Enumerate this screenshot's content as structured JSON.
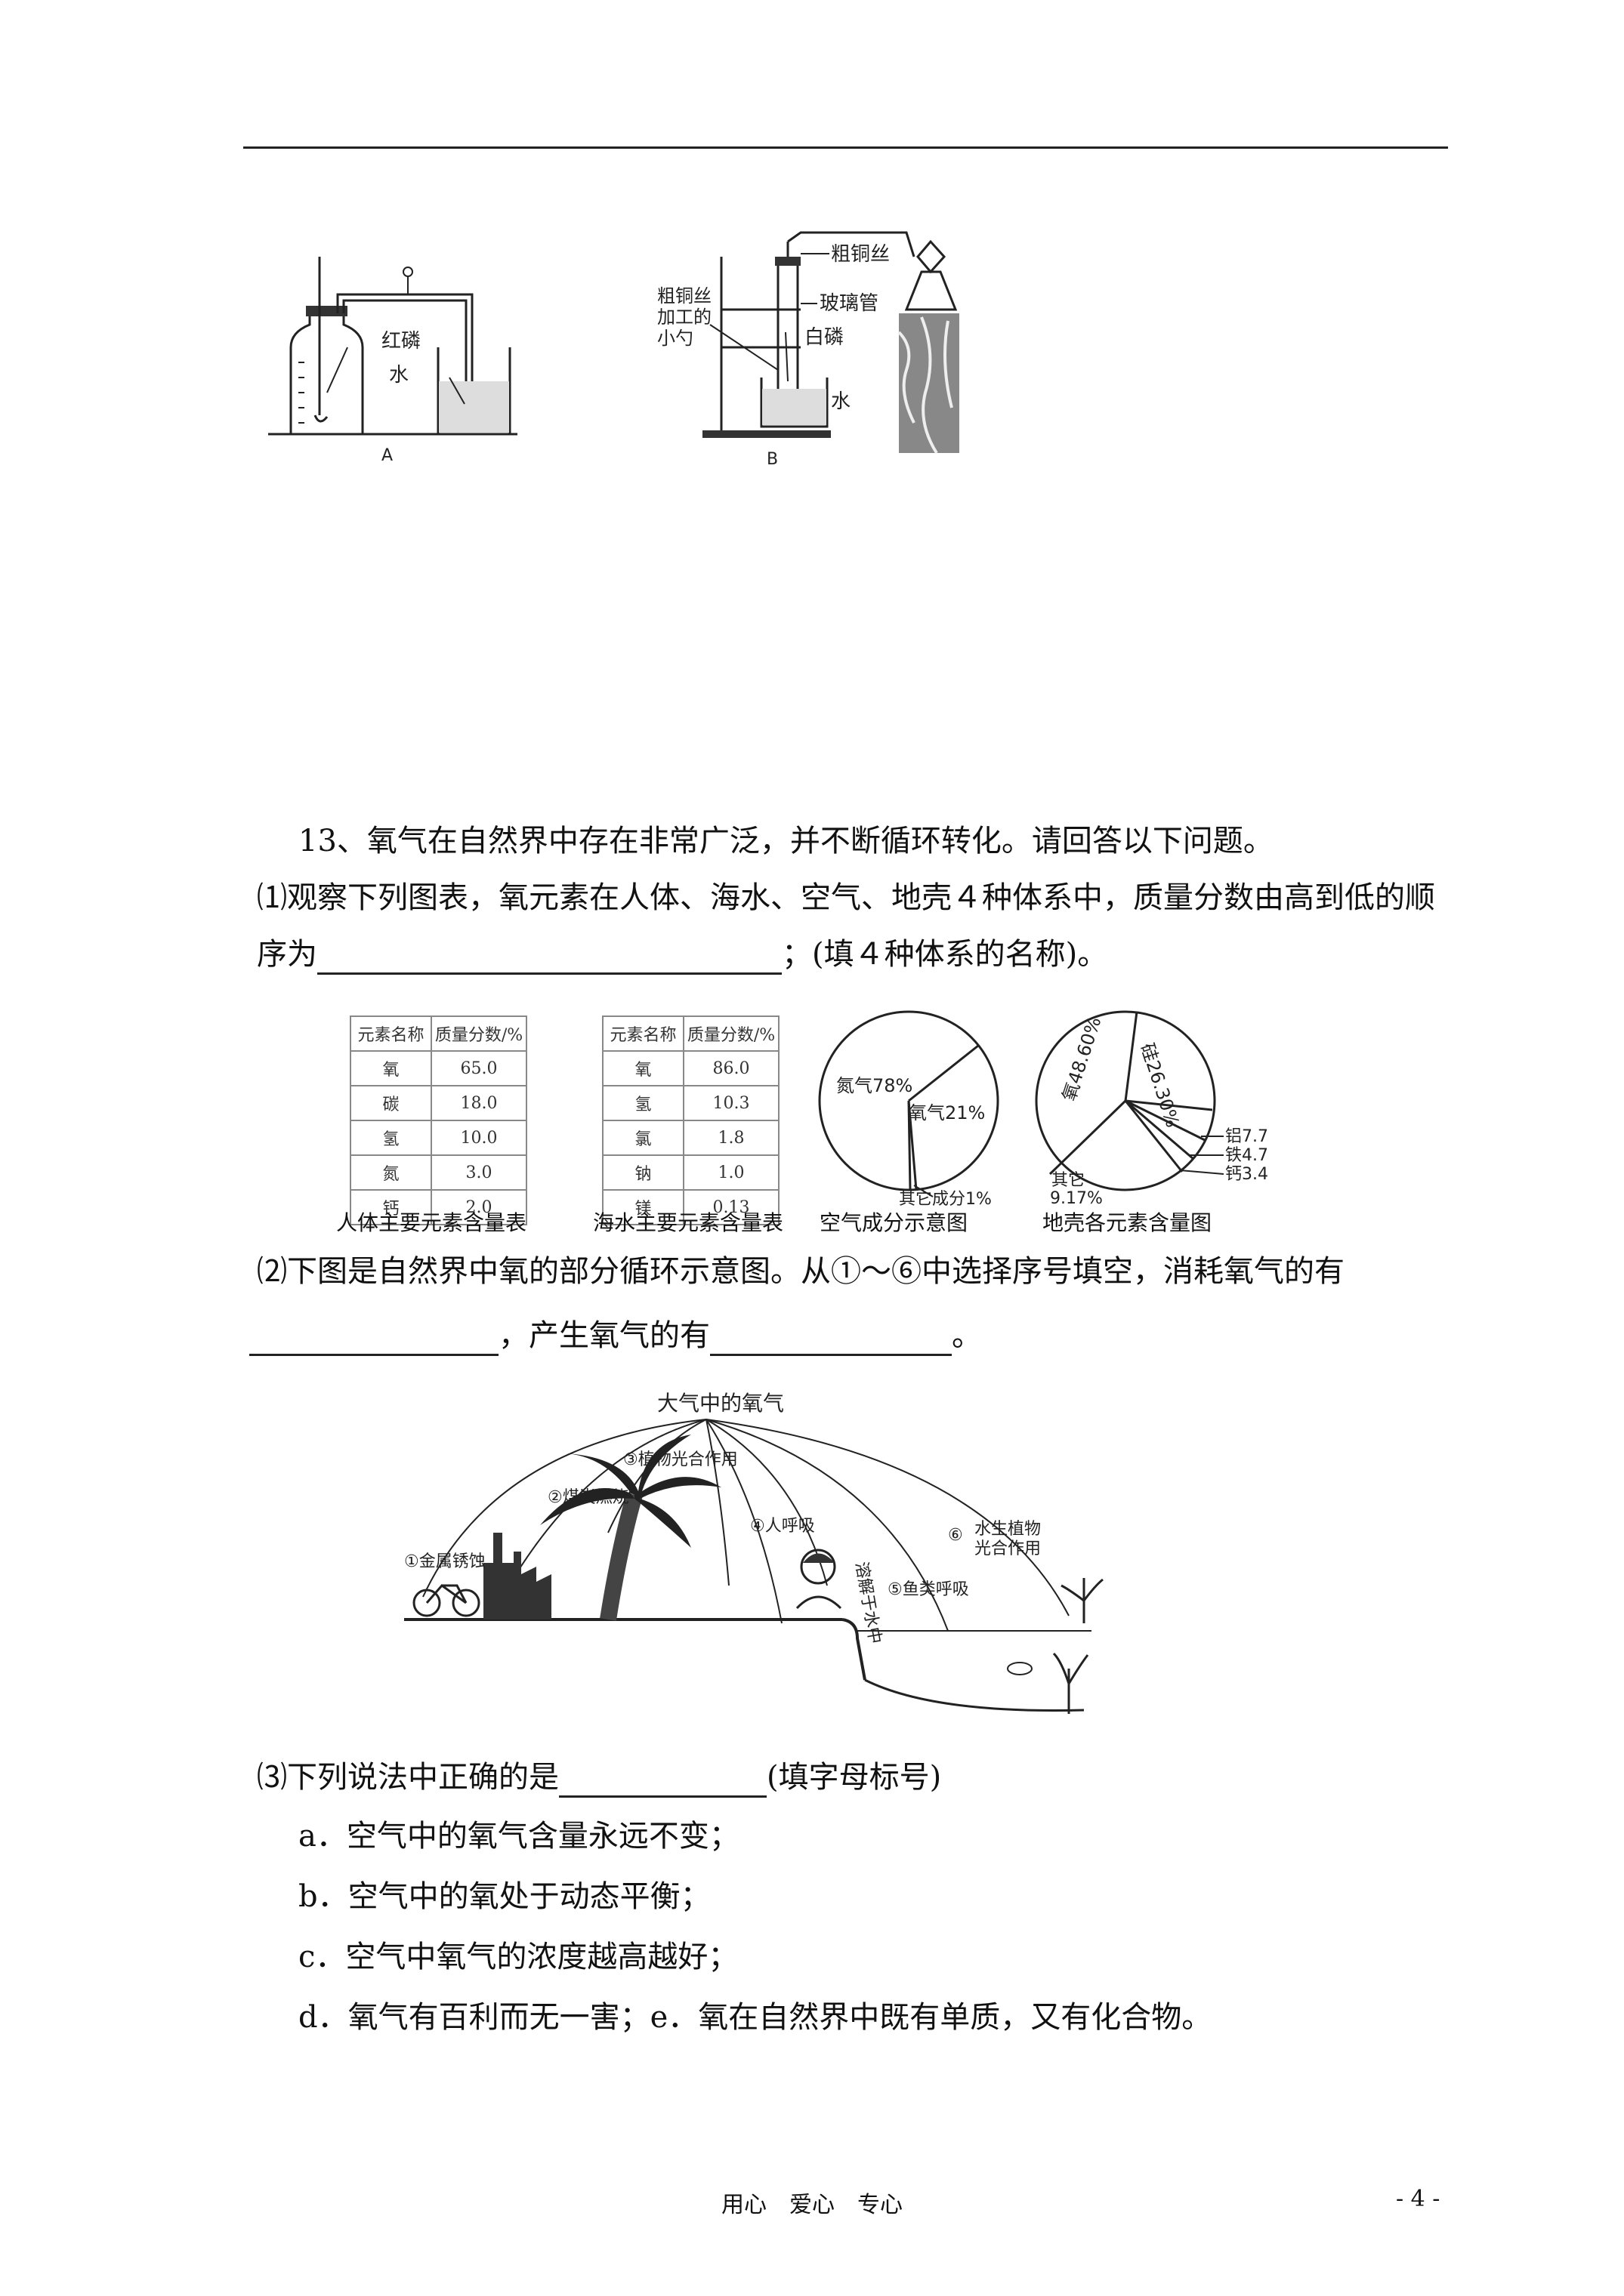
{
  "apparatus": {
    "a_labels": {
      "phosphorus": "红磷",
      "water": "水",
      "letter": "A"
    },
    "b_labels": {
      "copper_wire": "粗铜丝",
      "glass_tube": "玻璃管",
      "white_phosphorus": "白磷",
      "water": "水",
      "small_ball_1": "粗铜丝",
      "small_ball_2": "加工的",
      "small_ball_3": "小勺",
      "letter": "B"
    }
  },
  "question": {
    "title": "13、氧气在自然界中存在非常广泛，并不断循环转化。请回答以下问题。",
    "p1_line1": "⑴观察下列图表，氧元素在人体、海水、空气、地壳４种体系中，质量分数由高到低的顺",
    "p1_prefix": "序为",
    "p1_suffix": "；(填４种体系的名称)。",
    "p2_line1": "⑵下图是自然界中氧的部分循环示意图。从①～⑥中选择序号填空，消耗氧气的有",
    "p2_mid": "，产生氧气的有",
    "p2_end": "。",
    "p3_prefix": "⑶下列说法中正确的是",
    "p3_suffix": "(填字母标号)",
    "options": [
      "a．空气中的氧气含量永远不变；",
      "b．空气中的氧处于动态平衡；",
      "c．空气中氧气的浓度越高越好；",
      "d．氧气有百利而无一害；e．氧在自然界中既有单质，又有化合物。"
    ]
  },
  "tables": {
    "human": {
      "headers": [
        "元素名称",
        "质量分数/%"
      ],
      "rows": [
        [
          "氧",
          "65.0"
        ],
        [
          "碳",
          "18.0"
        ],
        [
          "氢",
          "10.0"
        ],
        [
          "氮",
          "3.0"
        ],
        [
          "钙",
          "2.0"
        ]
      ],
      "caption": "人体主要元素含量表"
    },
    "seawater": {
      "headers": [
        "元素名称",
        "质量分数/%"
      ],
      "rows": [
        [
          "氧",
          "86.0"
        ],
        [
          "氢",
          "10.3"
        ],
        [
          "氯",
          "1.8"
        ],
        [
          "钠",
          "1.0"
        ],
        [
          "镁",
          "0.13"
        ]
      ],
      "caption": "海水主要元素含量表"
    }
  },
  "pie_air": {
    "caption": "空气成分示意图",
    "labels": {
      "nitrogen": "氮气78%",
      "oxygen": "氧气21%",
      "other": "其它成分1%"
    },
    "values": [
      78,
      21,
      1
    ]
  },
  "pie_crust": {
    "caption": "地壳各元素含量图",
    "labels": {
      "oxygen": "氧48.60%",
      "silicon": "硅26.30%",
      "aluminum": "铝7.73%",
      "iron": "铁4.75%",
      "calcium": "钙3.45%",
      "other1": "其它",
      "other2": "9.17%"
    },
    "values": [
      48.6,
      26.3,
      7.73,
      4.75,
      3.45,
      9.17
    ]
  },
  "cycle": {
    "top": "大气中的氧气",
    "item1": "①金属锈蚀",
    "item2": "②煤炭燃烧",
    "item3": "③植物光合作用",
    "item4": "④人呼吸",
    "item5": "⑤鱼类呼吸",
    "item6a": "⑥",
    "item6b": "水生植物",
    "item6c": "光合作用",
    "dissolve": "溶解于水中"
  },
  "footer": {
    "center": "用心　爱心　专心",
    "page": "- 4 -"
  }
}
